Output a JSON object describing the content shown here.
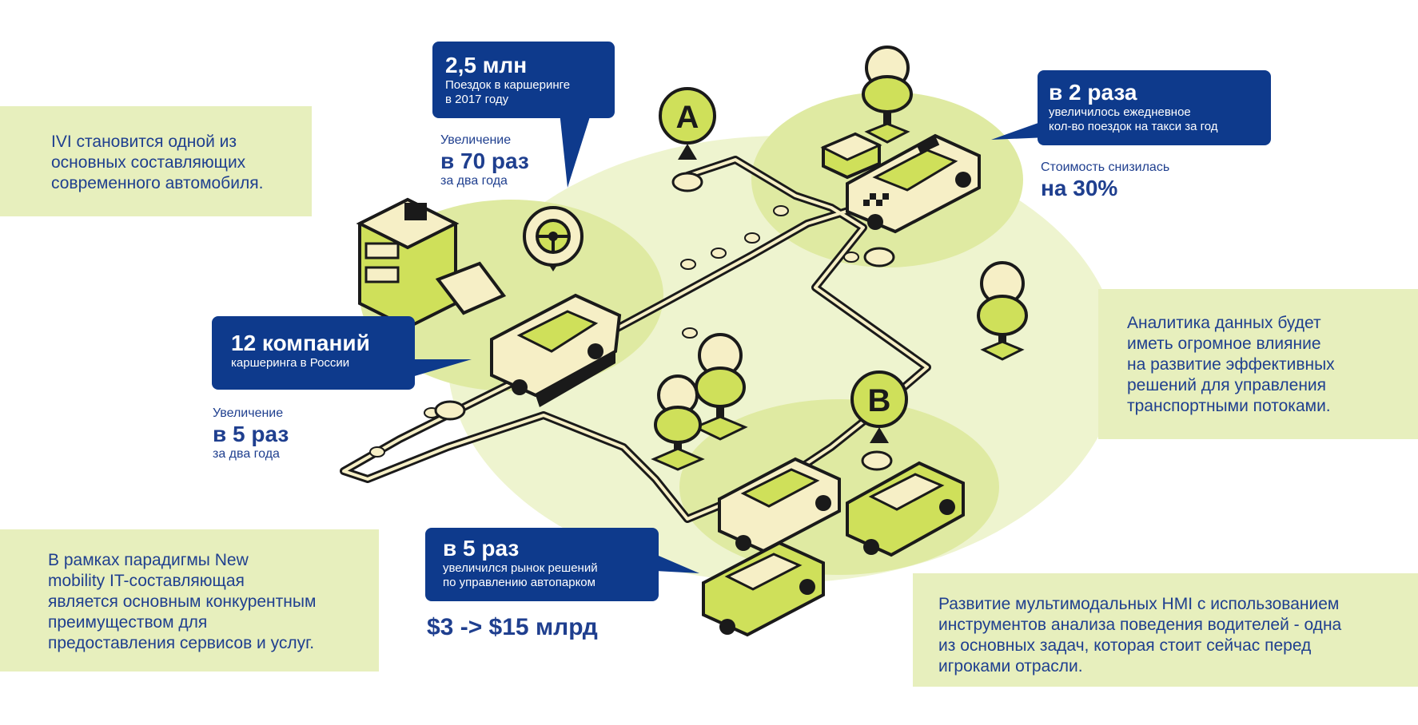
{
  "notes": {
    "ivi": "IVI становится одной из\nосновных составляющих\nсовременного автомобиля.",
    "analytics": "Аналитика данных будет\nиметь огромное влияние\nна развитие эффективных\nрешений для управления\nтранспортными потоками.",
    "new_mobility": "В рамках парадигмы New\nmobility IT-составляющая\nявляется основным конкурентным\nпреимуществом для\nпредоставления сервисов и услуг.",
    "hmi": "Развитие мультимодальных HMI с использованием\nинструментов анализа поведения водителей - одна\nиз основных задач, которая стоит сейчас перед\nигроками отрасли."
  },
  "callouts": {
    "carsharing_trips": {
      "big": "2,5 млн",
      "small": "Поездок в каршеринге\nв 2017 году"
    },
    "companies": {
      "big": "12 компаний",
      "small": "каршеринга в России"
    },
    "taxi": {
      "big": "в 2 раза",
      "small": "увеличилось ежедневное\nкол-во поездок на такси за год"
    },
    "fleet": {
      "big": "в 5 раз",
      "small": "увеличился рынок решений\nпо управлению автопарком"
    }
  },
  "stats": {
    "trips_growth": {
      "label": "Увеличение",
      "value": "в 70 раз",
      "sub": "за два года"
    },
    "companies_growth": {
      "label": "Увеличение",
      "value": "в 5 раз",
      "sub": "за два года"
    },
    "taxi_cost": {
      "label": "Стоимость снизилась",
      "value": "на 30%"
    },
    "fleet_market": {
      "value": "$3 -> $15 млрд"
    }
  },
  "markers": {
    "a": "A",
    "b": "B"
  },
  "colors": {
    "navy": "#0e3a8c",
    "lime": "#cfe05a",
    "pale_lime": "#e7efbd",
    "cream": "#f6efc6",
    "dark": "#1a1a1a"
  }
}
